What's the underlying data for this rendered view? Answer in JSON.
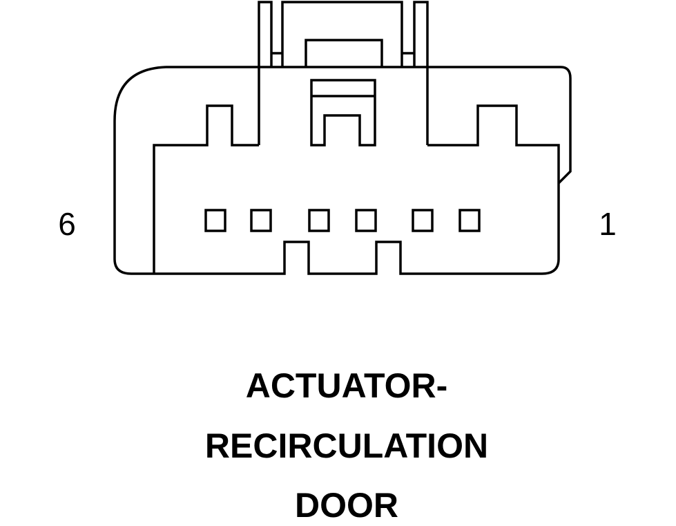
{
  "pins": {
    "left_label": "6",
    "right_label": "1",
    "count": 6
  },
  "caption": {
    "line1": "ACTUATOR-",
    "line2": "RECIRCULATION",
    "line3": "DOOR"
  },
  "colors": {
    "line": "#000000",
    "background": "#ffffff"
  }
}
